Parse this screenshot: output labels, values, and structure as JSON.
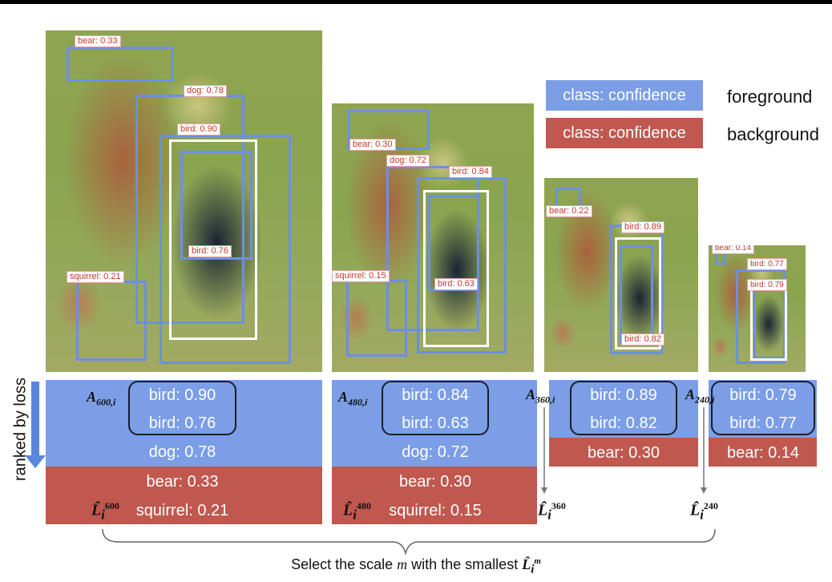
{
  "legend": {
    "fg_box": "class: confidence",
    "bg_box": "class: confidence",
    "fg_text": "foreground",
    "bg_text": "background",
    "fg_color": "#7b9ee6",
    "bg_color": "#c0584f"
  },
  "rank_label": "ranked by loss",
  "scales": [
    {
      "id": "600",
      "a_base": "A",
      "a_sub": "600,i",
      "l_base": "L̂",
      "l_sub": "i",
      "l_sup": "600",
      "tags": [
        "bear: 0.33",
        "dog: 0.78",
        "bird: 0.90",
        "bird: 0.76",
        "squirrel: 0.21"
      ],
      "fg_rows": [
        "bird: 0.90",
        "bird: 0.76",
        "dog: 0.78"
      ],
      "bg_rows": [
        "bear: 0.33",
        "squirrel: 0.21"
      ]
    },
    {
      "id": "480",
      "a_base": "A",
      "a_sub": "480,i",
      "l_base": "L̂",
      "l_sub": "i",
      "l_sup": "480",
      "tags": [
        "bear: 0.30",
        "dog: 0.72",
        "bird: 0.84",
        "bird: 0.63",
        "squirrel: 0.15"
      ],
      "fg_rows": [
        "bird: 0.84",
        "bird: 0.63",
        "dog: 0.72"
      ],
      "bg_rows": [
        "bear: 0.30",
        "squirrel: 0.15"
      ]
    },
    {
      "id": "360",
      "a_base": "A",
      "a_sub": "360,i",
      "l_base": "L̂",
      "l_sub": "i",
      "l_sup": "360",
      "tags": [
        "bear: 0.22",
        "bird: 0.89",
        "bird: 0.82"
      ],
      "fg_rows": [
        "bird: 0.89",
        "bird: 0.82"
      ],
      "bg_rows": [
        "bear: 0.30"
      ]
    },
    {
      "id": "240",
      "a_base": "A",
      "a_sub": "240,i",
      "l_base": "L̂",
      "l_sub": "i",
      "l_sup": "240",
      "tags": [
        "bear: 0.14",
        "bird: 0.77",
        "bird: 0.79"
      ],
      "fg_rows": [
        "bird: 0.79",
        "bird: 0.77"
      ],
      "bg_rows": [
        "bear: 0.14"
      ]
    }
  ],
  "caption": {
    "prefix": "Select the scale ",
    "var": "m",
    "middle": " with the smallest ",
    "l_base": "L̂",
    "l_sub": "i",
    "l_sup": "m"
  }
}
